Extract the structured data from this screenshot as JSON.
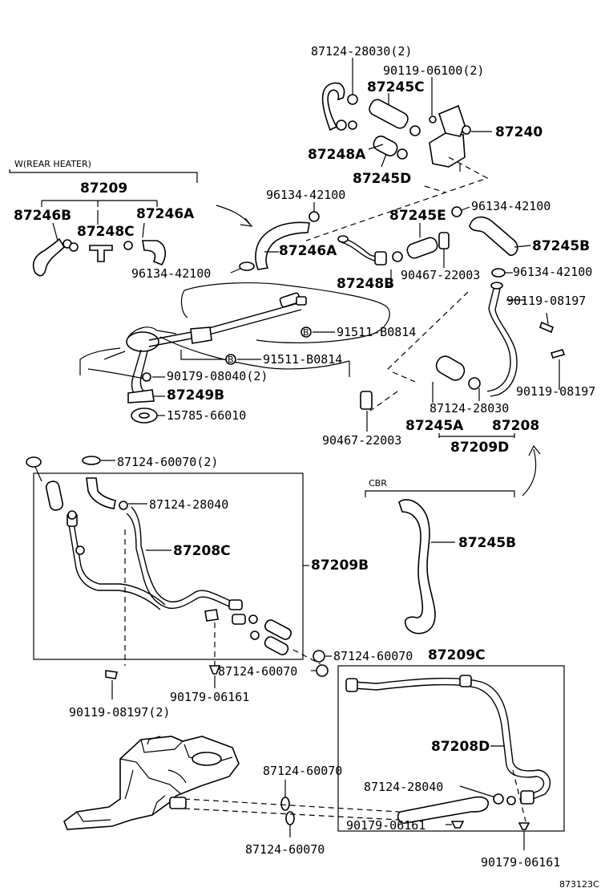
{
  "figure_code": "873123C",
  "group_labels": {
    "rear_heater": "W(REAR HEATER)",
    "cbr": "CBR"
  },
  "labels": {
    "p87124_28030_2": "87124-28030(2)",
    "p90119_06100_2": "90119-06100(2)",
    "p87245C": "87245C",
    "p87240": "87240",
    "p87248A": "87248A",
    "p87245D": "87245D",
    "p87209": "87209",
    "p87246B": "87246B",
    "p87248C": "87248C",
    "p87246A_left": "87246A",
    "p96134_42100_a": "96134-42100",
    "p87245E": "87245E",
    "p96134_42100_b": "96134-42100",
    "p87246A": "87246A",
    "p87245B_top": "87245B",
    "p96134_42100_c": "96134-42100",
    "p90467_22003_a": "90467-22003",
    "p96134_42100_d": "96134-42100",
    "p87248B": "87248B",
    "p90119_08197_a": "90119-08197",
    "p91511_B0814_a": "91511-B0814",
    "p91511_B0814_b": "91511-B0814",
    "p90179_08040_2": "90179-08040(2)",
    "p90119_08197_b": "90119-08197",
    "p87249B": "87249B",
    "p87124_28030": "87124-28030",
    "p15785_66010": "15785-66010",
    "p87245A": "87245A",
    "p87208": "87208",
    "p90467_22003_b": "90467-22003",
    "p87209D": "87209D",
    "p87124_60070_2": "87124-60070(2)",
    "p87124_28040_a": "87124-28040",
    "p87208C": "87208C",
    "p87209B": "87209B",
    "p87245B_cbr": "87245B",
    "p87124_60070_a": "87124-60070",
    "p87209C": "87209C",
    "p87124_60070_b": "87124-60070",
    "p90179_06161_a": "90179-06161",
    "p90119_08197_2": "90119-08197(2)",
    "p87208D": "87208D",
    "p87124_60070_c": "87124-60070",
    "p87124_28040_b": "87124-28040",
    "p87124_60070_d": "87124-60070",
    "p90179_06161_b": "90179-06161",
    "p90179_06161_c": "90179-06161"
  }
}
